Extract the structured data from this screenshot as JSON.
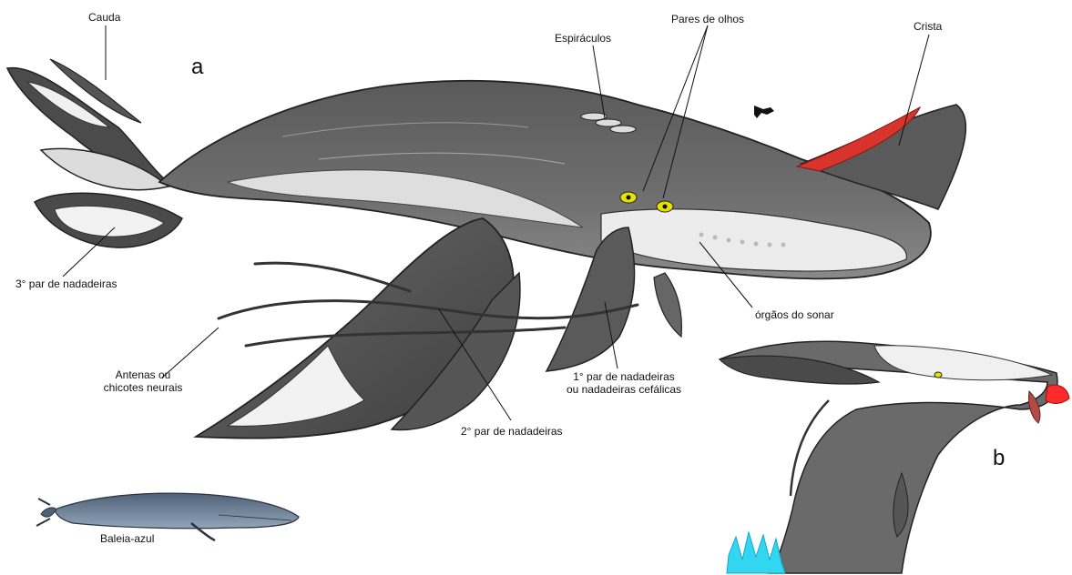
{
  "panels": {
    "a": "a",
    "b": "b"
  },
  "labels": {
    "cauda": "Cauda",
    "espiraculos": "Espiráculos",
    "pares_olhos": "Pares de olhos",
    "crista": "Crista",
    "terceiro_par": "3° par de nadadeiras",
    "orgaos_sonar": "órgãos do sonar",
    "antenas_l1": "Antenas ou",
    "antenas_l2": "chicotes neurais",
    "primeiro_par_l1": "1° par de nadadeiras",
    "primeiro_par_l2": "ou nadadeiras cefálicas",
    "segundo_par": "2° par de nadadeiras",
    "baleia_azul": "Baleia-azul"
  },
  "colors": {
    "body_dark": "#4a4a4a",
    "body_mid": "#6e6e6e",
    "belly": "#e6e6e6",
    "crest_red": "#d8342c",
    "eye_yellow": "#e8e000",
    "blue_whale": "#6c7f95",
    "splash_cyan": "#33d6f0"
  }
}
